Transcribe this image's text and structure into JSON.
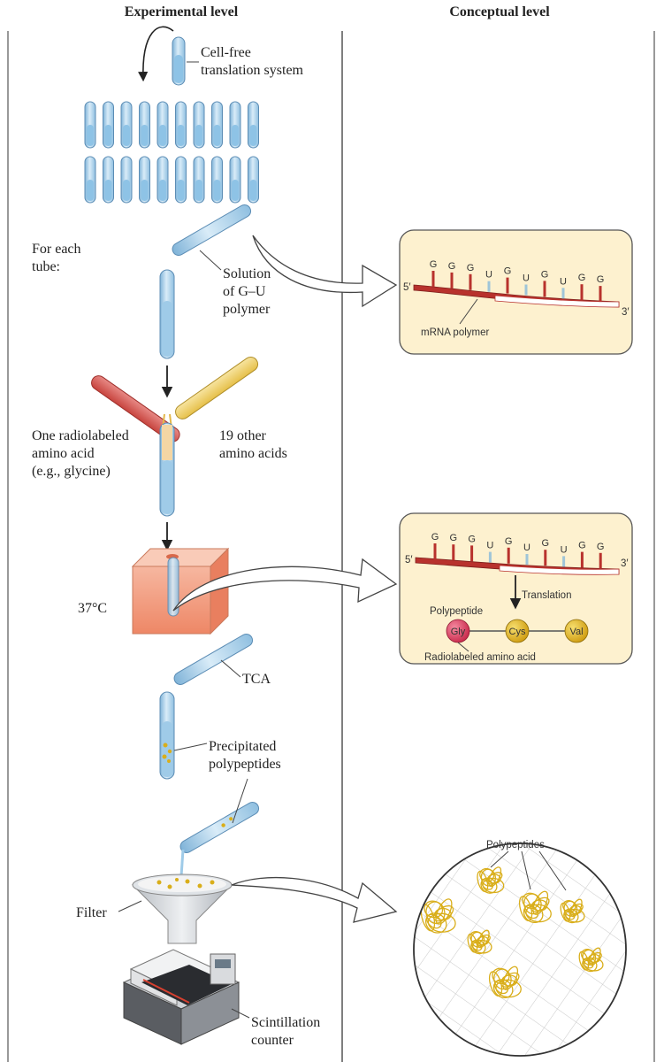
{
  "headers": {
    "experimental": "Experimental level",
    "conceptual": "Conceptual level"
  },
  "labels": {
    "cellfree_line1": "Cell-free",
    "cellfree_line2": "translation system",
    "foreach_line1": "For each",
    "foreach_line2": "tube:",
    "solution_line1": "Solution",
    "solution_line2": "of G–U",
    "solution_line3": "polymer",
    "radio_line1": "One radiolabeled",
    "radio_line2": "amino acid",
    "radio_line3": "(e.g., glycine)",
    "other_line1": "19 other",
    "other_line2": "amino acids",
    "temp": "37°C",
    "tca": "TCA",
    "precip_line1": "Precipitated",
    "precip_line2": "polypeptides",
    "filter": "Filter",
    "scint_line1": "Scintillation",
    "scint_line2": "counter"
  },
  "panel1": {
    "bases": [
      "G",
      "G",
      "G",
      "U",
      "G",
      "U",
      "G",
      "U",
      "G",
      "G"
    ],
    "five_prime": "5′",
    "three_prime": "3′",
    "mrna_label": "mRNA polymer"
  },
  "panel2": {
    "bases": [
      "G",
      "G",
      "G",
      "U",
      "G",
      "U",
      "G",
      "U",
      "G",
      "G"
    ],
    "five_prime": "5′",
    "three_prime": "3′",
    "translation": "Translation",
    "polypeptide": "Polypeptide",
    "aa1": "Gly",
    "aa2": "Cys",
    "aa3": "Val",
    "radiolabeled": "Radiolabeled amino acid"
  },
  "panel3": {
    "label": "Polypeptides"
  },
  "colors": {
    "tube_blue": "#a8cde6",
    "mrna_red": "#b8322d",
    "panel_bg": "#fdf1cf",
    "gold": "#d9ae1a",
    "gly_pink": "#d8385a",
    "block_orange": "#f2a184"
  }
}
